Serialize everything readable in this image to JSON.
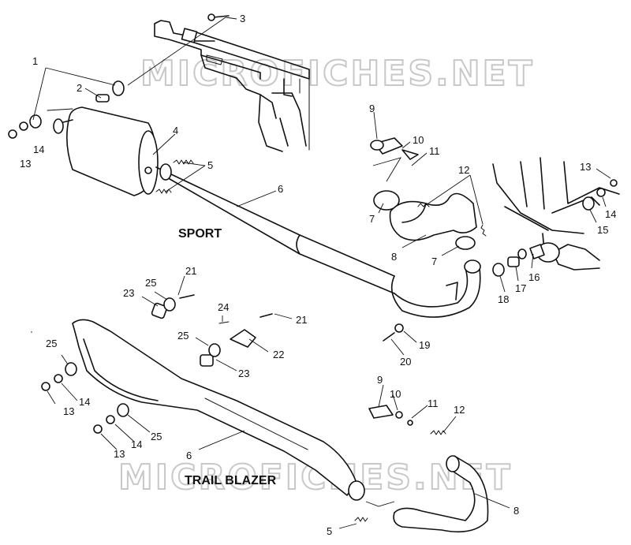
{
  "watermark": "MICROFICHES.NET",
  "captions": {
    "sport": "SPORT",
    "trail_blazer": "TRAIL BLAZER"
  },
  "callouts": {
    "n1": "1",
    "n2": "2",
    "n3": "3",
    "n4": "4",
    "n5a": "5",
    "n6a": "6",
    "n7a": "7",
    "n7b": "7",
    "n8a": "8",
    "n9a": "9",
    "n10a": "10",
    "n11a": "11",
    "n12a": "12",
    "n13a": "13",
    "n14a": "14",
    "n13b": "13",
    "n14b": "14",
    "n15": "15",
    "n16": "16",
    "n17": "17",
    "n18": "18",
    "n19": "19",
    "n20": "20",
    "n21a": "21",
    "n25a": "25",
    "n23a": "23",
    "n24": "24",
    "n21b": "21",
    "n25b": "25",
    "n22": "22",
    "n23b": "23",
    "n25c": "25",
    "n14c": "14",
    "n13c": "13",
    "n25d": "25",
    "n14d": "14",
    "n13d": "13",
    "n6b": "6",
    "n9b": "9",
    "n10b": "10",
    "n11b": "11",
    "n12b": "12",
    "n8b": "8",
    "n5b": "5"
  }
}
